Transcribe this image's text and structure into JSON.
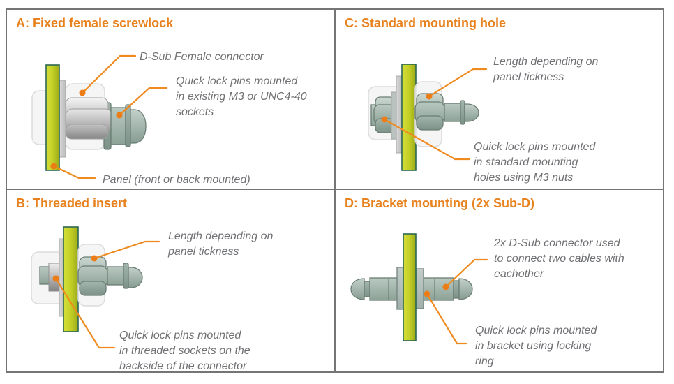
{
  "colors": {
    "accent_orange": "#E8821E",
    "leader_orange": "#EF8A1F",
    "annotation_gray": "#6F7073",
    "border_gray": "#757575",
    "panel_yellow": "#C3CF26",
    "panel_border_green": "#2C6753",
    "metal_sage": "#A5B8AF"
  },
  "quadrants": {
    "a": {
      "title": "A: Fixed female screwlock",
      "labels": {
        "connector": {
          "lines": [
            "D-Sub Female connector"
          ]
        },
        "pins": {
          "lines": [
            "Quick lock pins mounted",
            "in existing M3 or UNC4-40",
            "sockets"
          ]
        },
        "panel": {
          "lines": [
            "Panel (front or back mounted)"
          ]
        }
      }
    },
    "b": {
      "title": "B: Threaded insert",
      "labels": {
        "length": {
          "lines": [
            "Length depending on",
            "panel tickness"
          ]
        },
        "pins": {
          "lines": [
            "Quick lock pins mounted",
            "in threaded sockets on the",
            "backside of the connector"
          ]
        }
      }
    },
    "c": {
      "title": "C: Standard mounting hole",
      "labels": {
        "length": {
          "lines": [
            "Length depending on",
            "panel tickness"
          ]
        },
        "pins": {
          "lines": [
            "Quick lock pins mounted",
            "in standard mounting",
            "holes using M3 nuts"
          ]
        }
      }
    },
    "d": {
      "title": "D: Bracket mounting (2x Sub-D)",
      "labels": {
        "connectors": {
          "lines": [
            "2x D-Sub connector used",
            "to connect two cables with",
            "eachother"
          ]
        },
        "pins": {
          "lines": [
            "Quick lock pins mounted",
            "in bracket using locking",
            "ring"
          ]
        }
      }
    }
  }
}
